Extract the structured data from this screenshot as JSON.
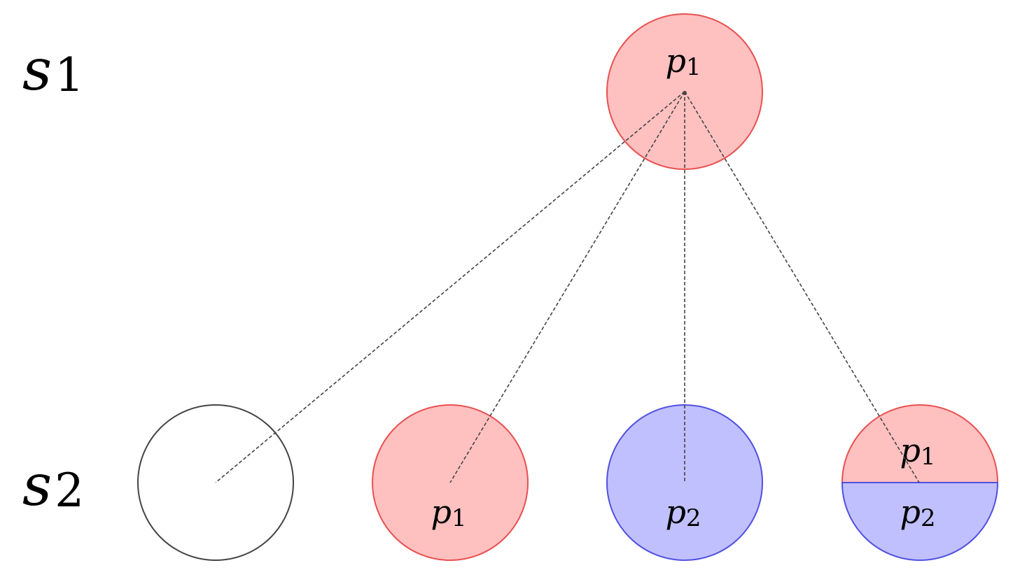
{
  "rows": {
    "top": {
      "base": "s",
      "sub": "1"
    },
    "bottom": {
      "base": "s",
      "sub": "2"
    }
  },
  "root": {
    "label": {
      "base": "p",
      "sub": "1"
    }
  },
  "children": [
    {
      "label": {
        "base": "",
        "sub": ""
      }
    },
    {
      "label": {
        "base": "p",
        "sub": "1"
      }
    },
    {
      "label": {
        "base": "p",
        "sub": "2"
      }
    },
    {
      "top_label": {
        "base": "p",
        "sub": "1"
      },
      "bottom_label": {
        "base": "p",
        "sub": "2"
      }
    }
  ],
  "colors": {
    "p1_fill": "#ffc0c0",
    "p1_stroke": "#e85050",
    "p2_fill": "#c0c0ff",
    "p2_stroke": "#5050e0",
    "empty_stroke": "#444444"
  }
}
